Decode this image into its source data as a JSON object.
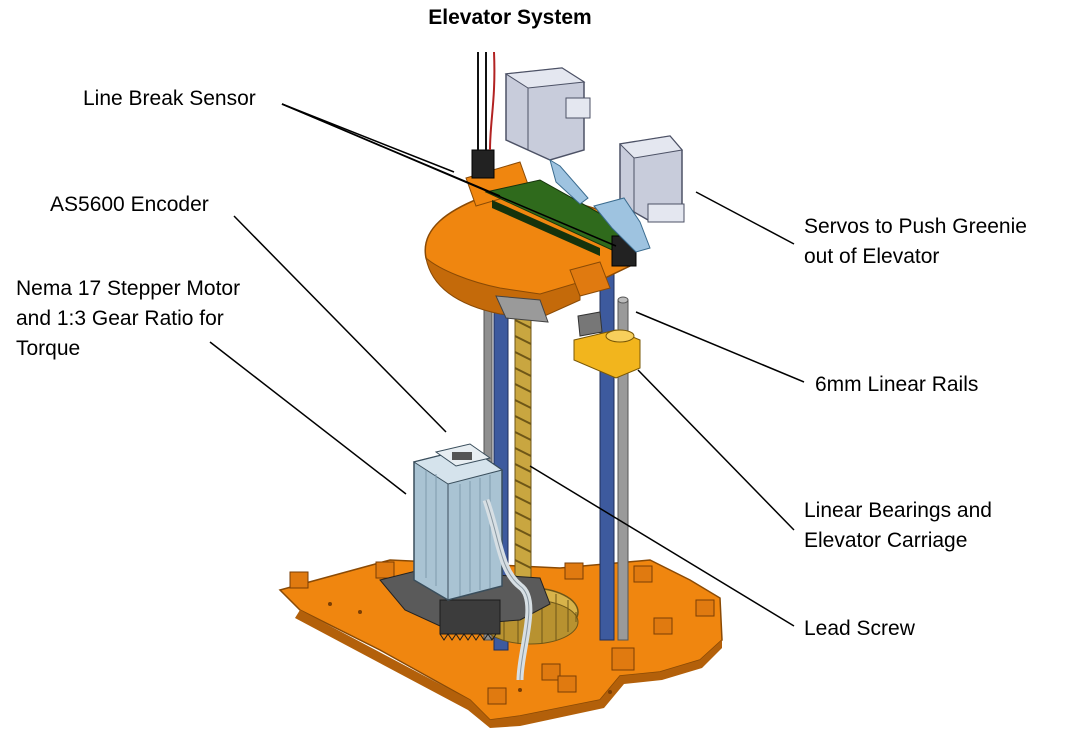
{
  "title": "Elevator System",
  "labels": {
    "line_break_sensor": "Line Break Sensor",
    "as5600_encoder": "AS5600 Encoder",
    "stepper_motor": "Nema 17 Stepper Motor\nand 1:3 Gear Ratio for\nTorque",
    "servos": "Servos to Push Greenie\nout of Elevator",
    "linear_rails": "6mm Linear Rails",
    "linear_bearings": "Linear Bearings and\nElevator Carriage",
    "lead_screw": "Lead Screw"
  },
  "colors": {
    "base_orange": "#f0860f",
    "rail_blue": "#3d5a9e",
    "lead_screw_gold": "#c9a640",
    "servo_grey": "#c8ccdb",
    "pcb_green": "#2f6a1c",
    "bearing_yellow": "#f2b51d",
    "motor_blue_grey": "#a9c3d3"
  }
}
